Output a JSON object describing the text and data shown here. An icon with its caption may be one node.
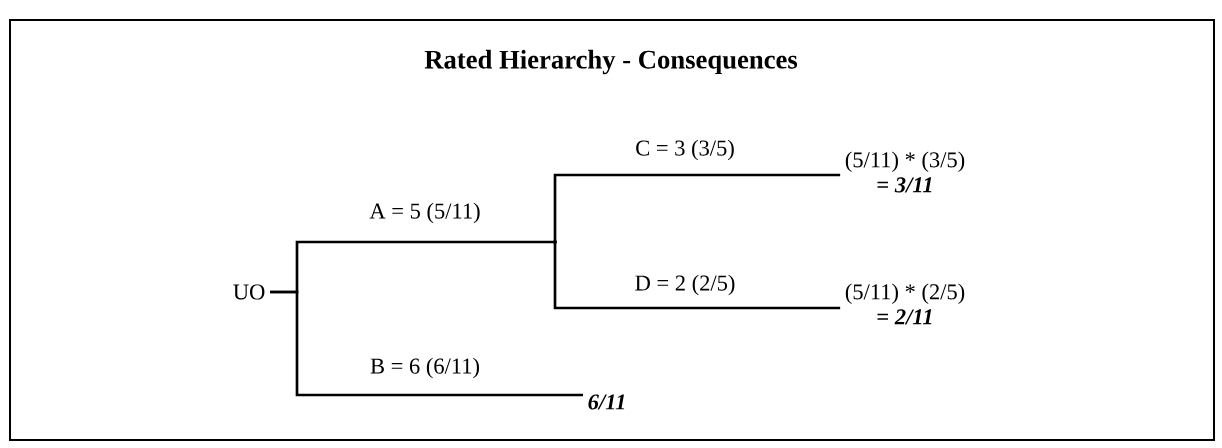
{
  "diagram": {
    "title": "Rated Hierarchy - Consequences",
    "nodes": [
      {
        "text": [
          "UO"
        ]
      },
      {
        "text": [],
        "shape": "point"
      },
      {
        "text": [
          "(5/11) * (3/5)",
          "= *3/11*"
        ]
      },
      {
        "text": [
          "(5/11) * (2/5)",
          "= *2/11*"
        ]
      },
      {
        "text": [
          "6/11"
        ]
      }
    ],
    "edges": [
      {
        "from": 0,
        "to": 1,
        "arrow": "none",
        "label": "A = 5 (5/11)"
      },
      {
        "from": 0,
        "to": 4,
        "arrow": "none",
        "label": "B = 6 (6/11)"
      },
      {
        "from": 1,
        "to": 2,
        "arrow": "none",
        "label": "C = 3 (3/5)"
      },
      {
        "from": 1,
        "to": 3,
        "arrow": "none",
        "label": "D = 2 (2/5)"
      }
    ]
  }
}
